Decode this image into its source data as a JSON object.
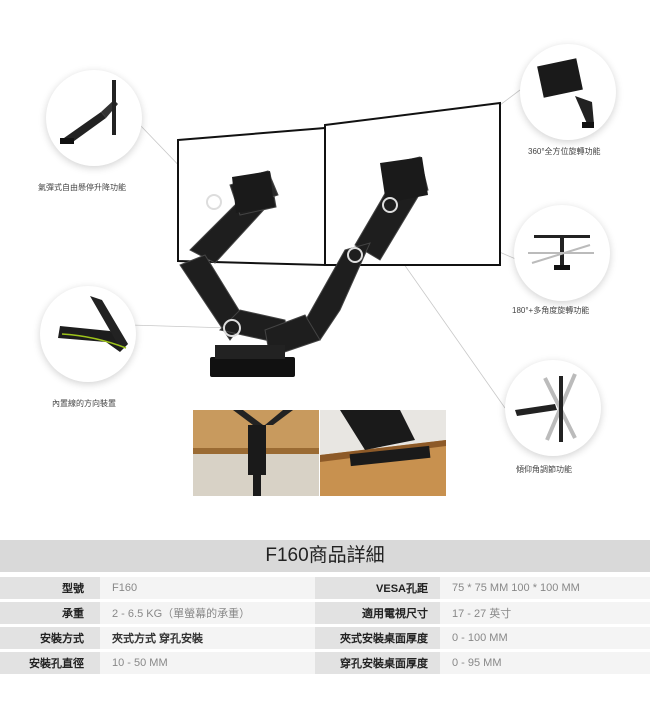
{
  "features": {
    "gas_spring": "氣彈式自由懸停升降功能",
    "rotate_360": "360°全方位旋轉功能",
    "rotate_180": "180°+多角度旋轉功能",
    "cable": "內置線的方向裝置",
    "tilt": "傾仰角調節功能"
  },
  "spec": {
    "title": "F160商品詳細",
    "rows": [
      {
        "k1": "型號",
        "v1": "F160",
        "k2": "VESA孔距",
        "v2": "75 * 75 MM   100 * 100 MM"
      },
      {
        "k1": "承重",
        "v1": "2 - 6.5 KG（單螢幕的承重）",
        "k2": "適用電視尺寸",
        "v2": "17 - 27 英寸"
      },
      {
        "k1": "安裝方式",
        "v1": "夾式方式  穿孔安裝",
        "k2": "夾式安裝桌面厚度",
        "v2": "0 - 100 MM"
      },
      {
        "k1": "安裝孔直徑",
        "v1": "10 - 50 MM",
        "k2": "穿孔安裝桌面厚度",
        "v2": "0 - 95 MM"
      }
    ]
  }
}
